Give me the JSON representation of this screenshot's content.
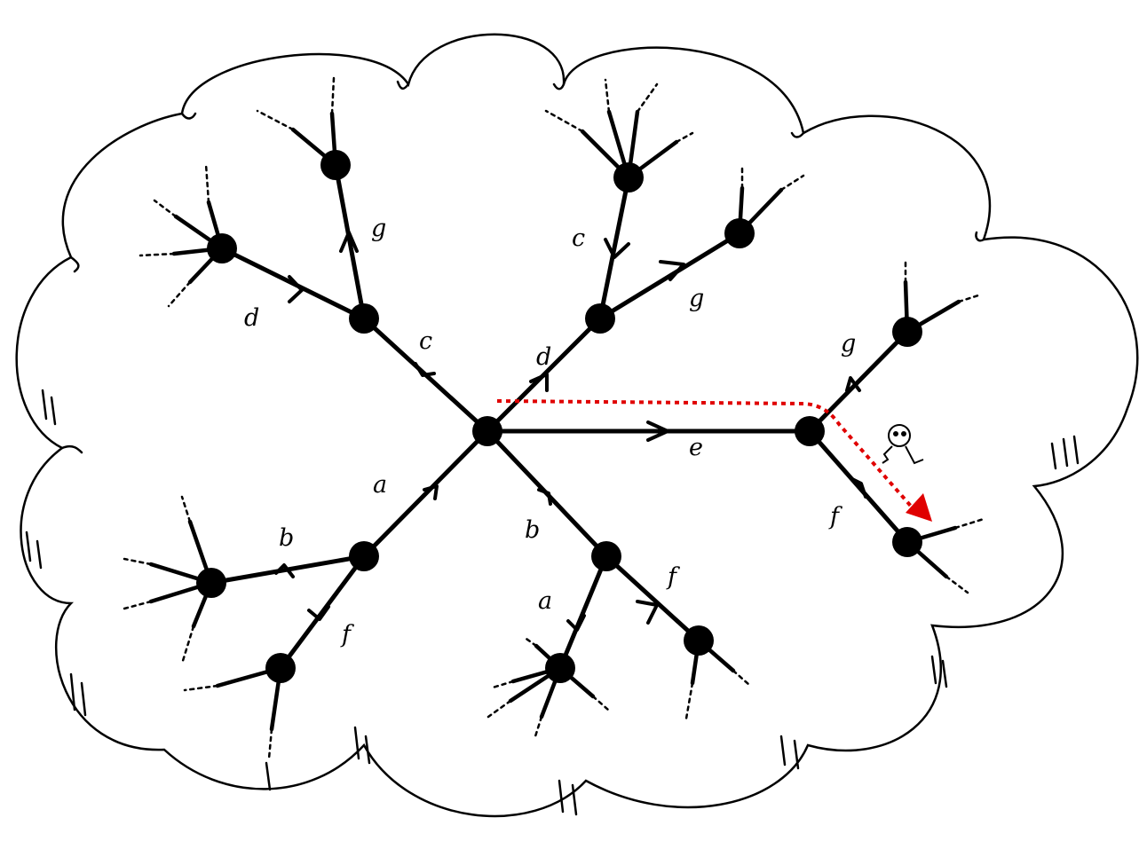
{
  "diagram": {
    "labels": {
      "center_to_left": "c",
      "left_upper": "d",
      "left_top": "g",
      "center_to_top": "d",
      "top_upper": "c",
      "top_right": "g",
      "center_to_right": "e",
      "right_upper": "g",
      "right_lower": "f",
      "center_to_lowerleft": "a",
      "lowerleft_left": "b",
      "lowerleft_down": "f",
      "center_to_lowerright": "b",
      "lowerright_left": "a",
      "lowerright_right": "f"
    },
    "colors": {
      "ink": "#000000",
      "path": "#e00000",
      "background": "#ffffff"
    },
    "icons": [
      "cloud-outline",
      "walker-figure-icon",
      "dotted-path-arrow"
    ]
  }
}
